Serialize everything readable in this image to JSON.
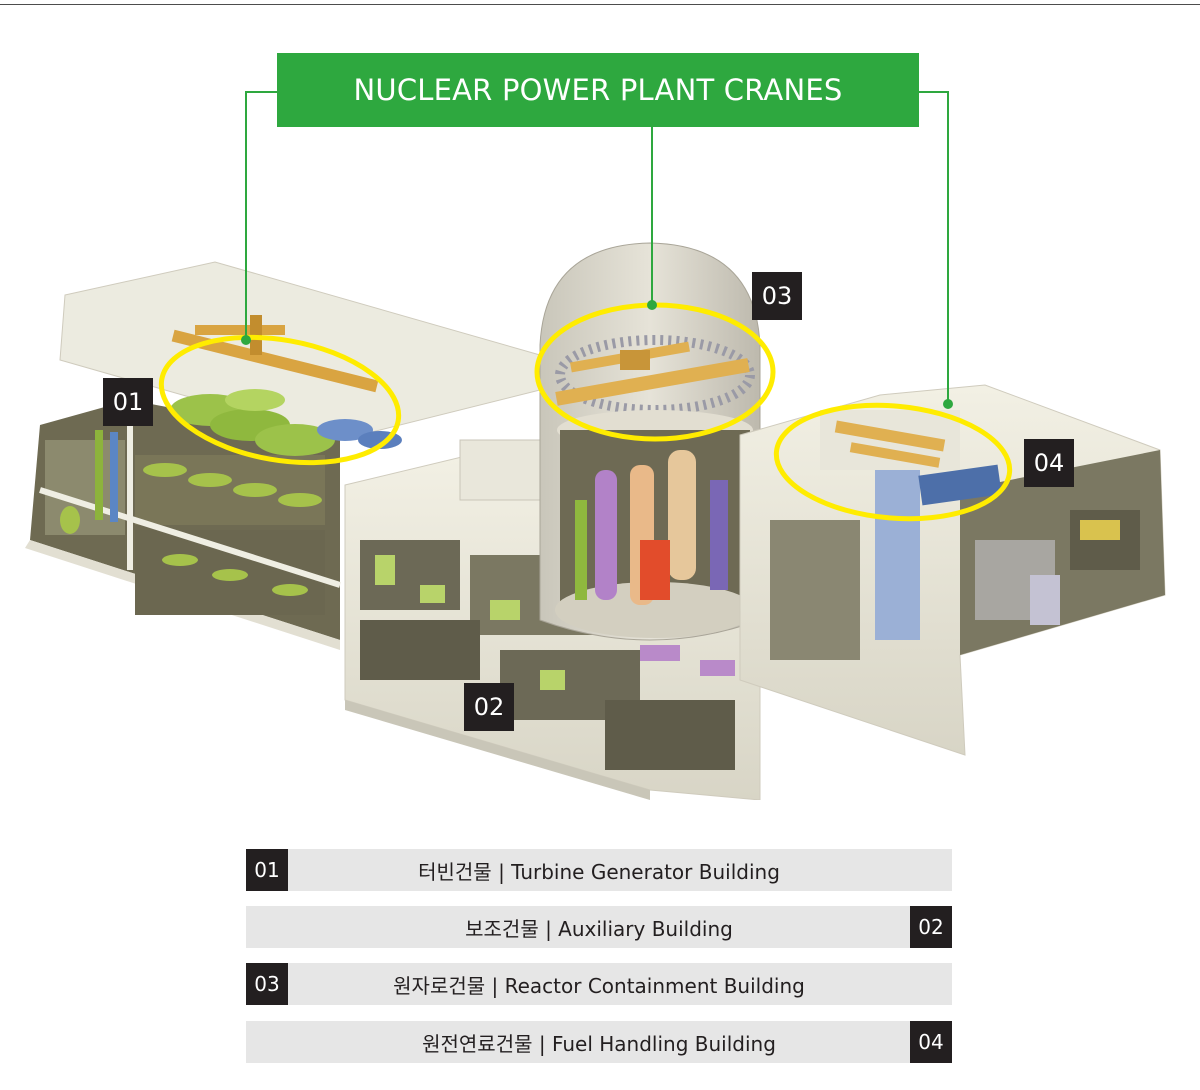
{
  "title": "NUCLEAR POWER PLANT CRANES",
  "markers": {
    "m01": "01",
    "m02": "02",
    "m03": "03",
    "m04": "04"
  },
  "legend": [
    {
      "num": "01",
      "label": "터빈건물 | Turbine Generator Building"
    },
    {
      "num": "02",
      "label": "보조건물 | Auxiliary Building"
    },
    {
      "num": "03",
      "label": "원자로건물 | Reactor Containment Building"
    },
    {
      "num": "04",
      "label": "원전연료건물 | Fuel Handling Building"
    }
  ],
  "colors": {
    "title_green": "#2ea83f",
    "leader_green": "#2ea83f",
    "highlight_yellow": "#ffec00",
    "badge_dark": "#231f20",
    "legend_bg": "#e6e6e6"
  }
}
